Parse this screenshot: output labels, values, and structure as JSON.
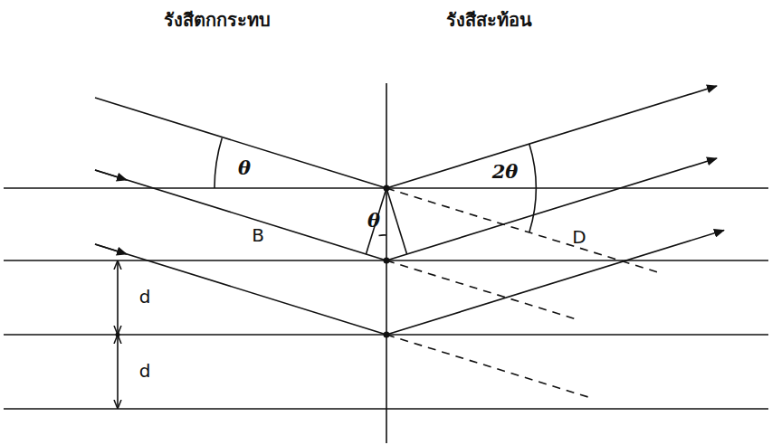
{
  "diagram": {
    "labels": [
      "รังสีตกกระทบ",
      "รังสีสะท้อน",
      "θ",
      "2θ",
      "θ",
      "B",
      "D",
      "d",
      "d"
    ]
  }
}
